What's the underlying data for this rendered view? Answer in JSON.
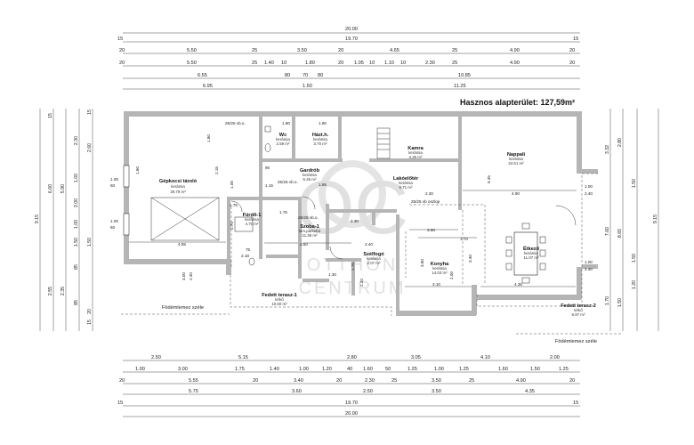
{
  "title": "Hasznos alapterület: 127,59m²",
  "rooms": [
    {
      "name": "Gépkocsi tároló",
      "finish": "kerámia",
      "area": "29.79 m²"
    },
    {
      "name": "Wc",
      "finish": "kerámia",
      "area": "2.59 m²"
    },
    {
      "name": "Házt.h.",
      "finish": "kerámia",
      "area": "3.70 m²"
    },
    {
      "name": "Gardrób",
      "finish": "kerámia",
      "area": "5.45 m²"
    },
    {
      "name": "Kamra",
      "finish": "kerámia",
      "area": "4.26 m²"
    },
    {
      "name": "Nappali",
      "finish": "kerámia",
      "area": "24.51 m²"
    },
    {
      "name": "Lakóelőtér",
      "finish": "kerámia",
      "area": "9.71 m²"
    },
    {
      "name": "Fürdő-1",
      "finish": "kerámia",
      "area": "4.70 m²"
    },
    {
      "name": "Szoba-1",
      "finish": "lam.parketta",
      "area": "11.36 m²"
    },
    {
      "name": "Szélfogó",
      "finish": "kerámia",
      "area": "2.07 m²"
    },
    {
      "name": "Konyha",
      "finish": "kerámia",
      "area": "14.03 m²"
    },
    {
      "name": "Étkező",
      "finish": "kerámia",
      "area": "11.07 m²"
    },
    {
      "name": "Fedett terasz-1",
      "finish": "térkő",
      "area": "10.60 m²"
    },
    {
      "name": "Fedett terasz-2",
      "finish": "térkő",
      "area": "8.97 m²"
    }
  ],
  "notes": {
    "slab_edge_1": "Födémlemez széle",
    "slab_edge_2": "Födémlemez széle",
    "beam_1": "25/25 vb.o.",
    "beam_2": "25/25 vb.o.",
    "beam_3": "25/25 vb.o.",
    "beam_4": "25/25 vb oszlop"
  },
  "watermark": {
    "logo": "OC",
    "line1": "OTTHON",
    "line2": "CENTRUM"
  },
  "top_dims": {
    "row1": [
      "20.00"
    ],
    "row2": [
      "15",
      "19.70",
      "15"
    ],
    "row3": [
      "20",
      "5.50",
      "25",
      "3.50",
      "20",
      "4.65",
      "25",
      "4.90",
      "20"
    ],
    "row4": [
      "20",
      "5.50",
      "25",
      "1.40",
      "10",
      "1.80",
      "20",
      "1.05",
      "10",
      "1.10",
      "10",
      "2.30",
      "25",
      "4.90",
      "20"
    ],
    "row5": [
      "6.55",
      "80",
      "70",
      "80",
      "10.85"
    ],
    "row6": [
      "6.95",
      "1.50",
      "11.25"
    ]
  },
  "bottom_dims": {
    "row1": [
      "2.50",
      "5.15",
      "2.80",
      "3.05",
      "4.10",
      "2.00"
    ],
    "row2": [
      "1.00",
      "3.00",
      "1.75",
      "1.40",
      "1.00",
      "1.20",
      "40",
      "1.60",
      "50",
      "1.25",
      "1.00",
      "1.25",
      "1.60",
      "1.50",
      "1.25"
    ],
    "row3": [
      "20",
      "5.55",
      "20",
      "3.40",
      "20",
      "2.30",
      "25",
      "3.50",
      "25",
      "4.90",
      "20"
    ],
    "row4": [
      "5.75",
      "3.60",
      "2.50",
      "3.50",
      "4.35"
    ],
    "row5": [
      "15",
      "19.70",
      "15"
    ],
    "row6": [
      "20.00"
    ]
  },
  "left_dims": {
    "col1": [
      "9.15"
    ],
    "col2": [
      "6.60",
      "2.55"
    ],
    "col3": [
      "5.90",
      "2.35"
    ],
    "col4": [
      "2.30",
      "1.00",
      "2.00",
      "1.00",
      "1.50",
      "85",
      "85"
    ],
    "col5": [
      "2.60",
      "1.50",
      "15",
      "20",
      "15",
      "15"
    ]
  },
  "right_dims": {
    "col1": [
      "3.32",
      "7.60",
      "1.70"
    ],
    "col2": [
      "2.80",
      "8.65",
      "1.50"
    ],
    "col3": [
      "9.15"
    ],
    "col4": [
      "1.50",
      "1.20",
      "1.50"
    ]
  },
  "inner_dims": [
    "1.80",
    "1.80",
    "1.80",
    "2.15",
    "1.60",
    "1.05",
    "90",
    "2.70",
    "1.15",
    "4.55",
    "3.00",
    "2.40",
    "3.50",
    "2.30",
    "2.40",
    "3.50",
    "1.70",
    "3.10",
    "4.90",
    "5.45",
    "4.35",
    "3.30",
    "2.20",
    "2.00",
    "75",
    "1.30",
    "3.80",
    "1.00",
    "2.40",
    "1.00",
    "2.40",
    "1.00",
    "60",
    "1.00",
    "60",
    "1.75",
    "2.30",
    "2.18",
    "1.65",
    "1.75",
    "1.70"
  ]
}
